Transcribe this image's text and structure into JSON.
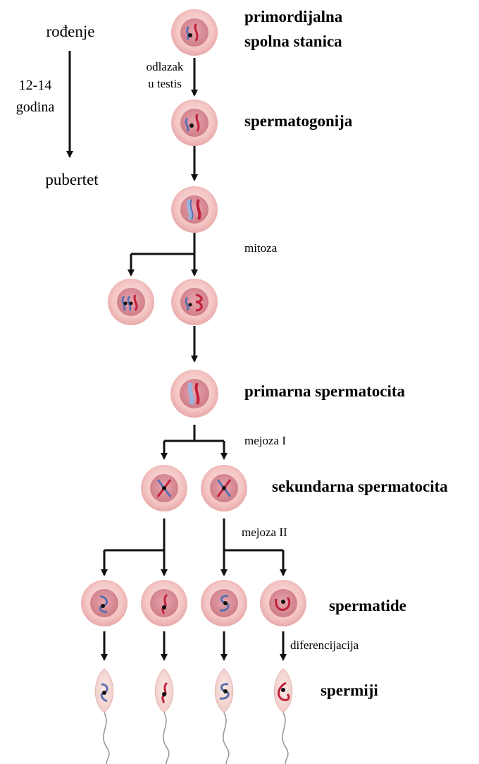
{
  "timeline": {
    "start_label": "rođenje",
    "duration_line1": "12-14",
    "duration_line2": "godina",
    "end_label": "pubertet"
  },
  "stages": {
    "primordial_line1": "primordijalna",
    "primordial_line2": "spolna stanica",
    "spermatogonium": "spermatogonija",
    "primary_spermatocyte": "primarna spermatocita",
    "secondary_spermatocyte": "sekundarna spermatocita",
    "spermatids": "spermatide",
    "sperm": "spermiji"
  },
  "processes": {
    "migration_line1": "odlazak",
    "migration_line2": "u testis",
    "mitosis": "mitoza",
    "meiosis1": "mejoza I",
    "meiosis2": "mejoza II",
    "differentiation": "diferencijacija"
  },
  "colors": {
    "cell_outer": "#f4c3c2",
    "cell_inner": "#d98c93",
    "chromosome_blue": "#5a6fb0",
    "chromosome_red": "#c0203a",
    "arrow": "#111111",
    "sperm_tail": "#9a9a9a"
  }
}
